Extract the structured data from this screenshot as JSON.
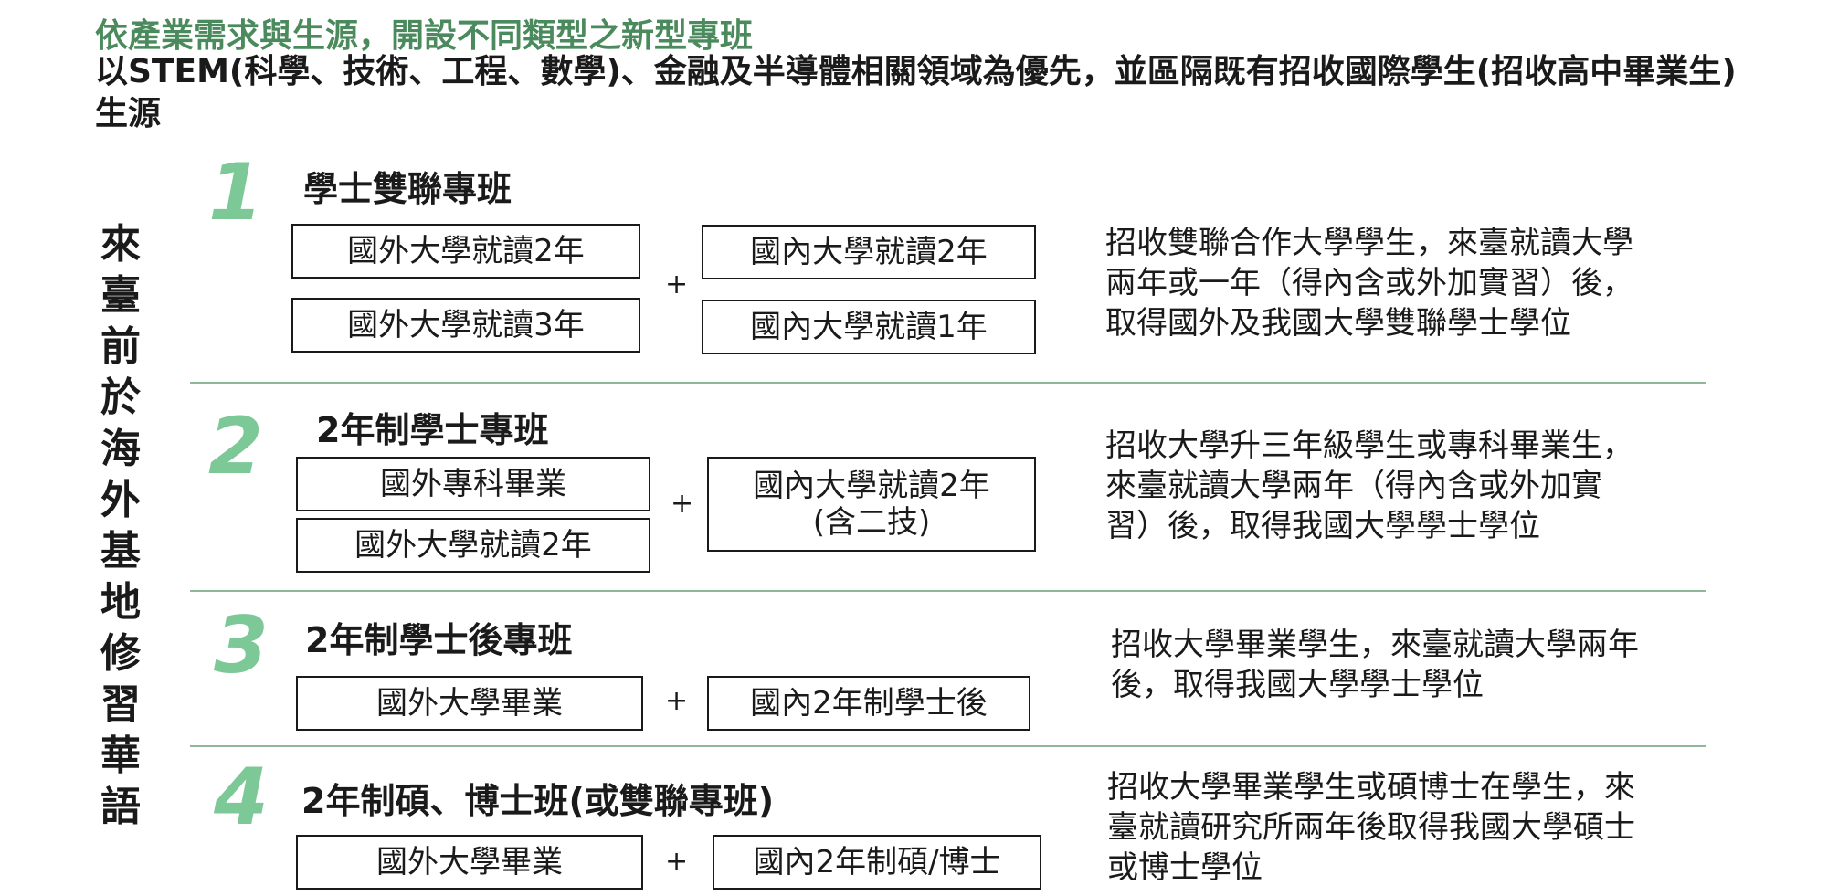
{
  "headline": "依產業需求與生源，開設不同類型之新型專班",
  "intro": "以STEM(科學、技術、工程、數學)、金融及半導體相關領域為優先，並區隔既有招收國際學生(招收高中畢業生)生源",
  "side_label": "來臺前於海外基地修習華語",
  "plus": "+",
  "programs": [
    {
      "number": "1",
      "title": "學士雙聯專班",
      "left_boxes": [
        "國外大學就讀2年",
        "國外大學就讀3年"
      ],
      "right_boxes": [
        "國內大學就讀2年",
        "國內大學就讀1年"
      ],
      "desc_lines": [
        "招收雙聯合作大學學生，來臺就讀大學",
        "兩年或一年（得內含或外加實習）後，",
        "取得國外及我國大學雙聯學士學位"
      ]
    },
    {
      "number": "2",
      "title": "2年制學士專班",
      "left_boxes": [
        "國外專科畢業",
        "國外大學就讀2年"
      ],
      "right_box_lines": [
        "國內大學就讀2年",
        "(含二技)"
      ],
      "desc_lines": [
        "招收大學升三年級學生或專科畢業生，",
        "來臺就讀大學兩年（得內含或外加實",
        "習）後，取得我國大學學士學位"
      ]
    },
    {
      "number": "3",
      "title": "2年制學士後專班",
      "left_box": "國外大學畢業",
      "right_box": "國內2年制學士後",
      "desc_lines": [
        "招收大學畢業學生，來臺就讀大學兩年",
        "後，取得我國大學學士學位"
      ]
    },
    {
      "number": "4",
      "title": "2年制碩、博士班(或雙聯專班)",
      "left_box": "國外大學畢業",
      "right_box": "國內2年制碩/博士",
      "desc_lines": [
        "招收大學畢業學生或碩博士在學生，來",
        "臺就讀研究所兩年後取得我國大學碩士",
        "或博士學位"
      ]
    }
  ]
}
